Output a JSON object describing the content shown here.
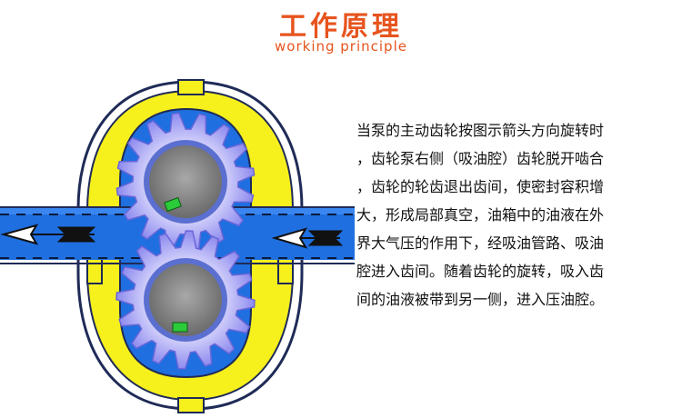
{
  "header": {
    "title": "工作原理",
    "subtitle": "working principle"
  },
  "description": {
    "lines": [
      "当泵的主动齿轮按图示箭头方向旋转时",
      "，齿轮泵右侧（吸油腔）齿轮脱开啮合",
      "，齿轮的轮齿退出齿间，使密封容积增",
      "大，形成局部真空，油箱中的油液在外",
      "界大气压的作用下，经吸油管路、吸油",
      "腔进入齿间。随着齿轮的旋转，吸入齿",
      "间的油液被带到另一侧，进入压油腔。"
    ]
  },
  "colors": {
    "accent": "#e7541e",
    "casing_outline": "#1f2b57",
    "yellow": "#f6f01c",
    "oil_blue": "#1f6fe0",
    "gear_fill": "#b9b6f4",
    "gear_inner": "#8a8a8a",
    "key_green": "#2ccb3a"
  }
}
